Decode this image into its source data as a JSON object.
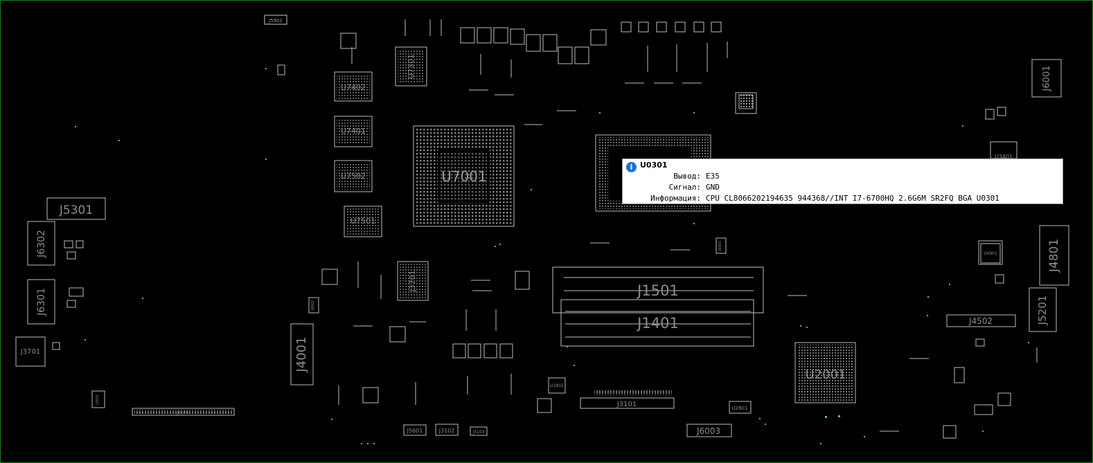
{
  "components": [
    {
      "id": "label-j5901",
      "text": "J5901"
    },
    {
      "id": "label-j6001",
      "text": "J6001"
    },
    {
      "id": "label-u7402",
      "text": "U7402"
    },
    {
      "id": "label-u7301",
      "text": "U7301"
    },
    {
      "id": "label-u7401",
      "text": "U7401"
    },
    {
      "id": "label-u7502",
      "text": "U7502"
    },
    {
      "id": "label-u7501",
      "text": "U7501"
    },
    {
      "id": "label-u7001",
      "text": "U7001"
    },
    {
      "id": "label-j5301",
      "text": "J5301"
    },
    {
      "id": "label-j6302",
      "text": "J6302"
    },
    {
      "id": "label-j6301",
      "text": "J6301"
    },
    {
      "id": "label-j3701",
      "text": "J3701"
    },
    {
      "id": "label-j4001",
      "text": "J4001"
    },
    {
      "id": "label-u7602",
      "text": "U7602"
    },
    {
      "id": "label-j1501",
      "text": "J1501"
    },
    {
      "id": "label-j1401",
      "text": "J1401"
    },
    {
      "id": "label-j4801",
      "text": "J4801"
    },
    {
      "id": "label-j5201",
      "text": "J5201"
    },
    {
      "id": "label-j4502",
      "text": "J4502"
    },
    {
      "id": "label-u2001",
      "text": "U2001"
    },
    {
      "id": "label-j3101",
      "text": "J3101"
    },
    {
      "id": "label-j6003",
      "text": "J6003"
    },
    {
      "id": "label-u2801",
      "text": "U2801"
    },
    {
      "id": "label-j5601",
      "text": "J5601"
    },
    {
      "id": "label-j3102",
      "text": "J3102"
    },
    {
      "id": "label-j3103",
      "text": "J3103"
    },
    {
      "id": "label-j6106",
      "text": "J6106"
    },
    {
      "id": "label-u3401",
      "text": "U3401"
    },
    {
      "id": "label-u4901",
      "text": "U4901"
    },
    {
      "id": "label-j6601",
      "text": "J6601"
    },
    {
      "id": "label-j6002",
      "text": "J6002"
    },
    {
      "id": "label-u2802",
      "text": "U2802"
    },
    {
      "id": "label-j3601",
      "text": "J3601"
    }
  ],
  "tooltip": {
    "icon": "info-icon",
    "title": "U0301",
    "rows": [
      {
        "key": "Вывод:",
        "value": "E35"
      },
      {
        "key": "Сигнал:",
        "value": "GND"
      },
      {
        "key": "Информация:",
        "value": "CPU CL8066202194635 944368//INT I7-6700HQ 2.6G6M SR2FQ BGA U0301"
      }
    ]
  },
  "colors": {
    "background": "#000000",
    "outline": "#c8c8c8",
    "label": "#8c8c8c",
    "pin_teal": "#3fc0c0",
    "border": "#1e7a1e"
  }
}
